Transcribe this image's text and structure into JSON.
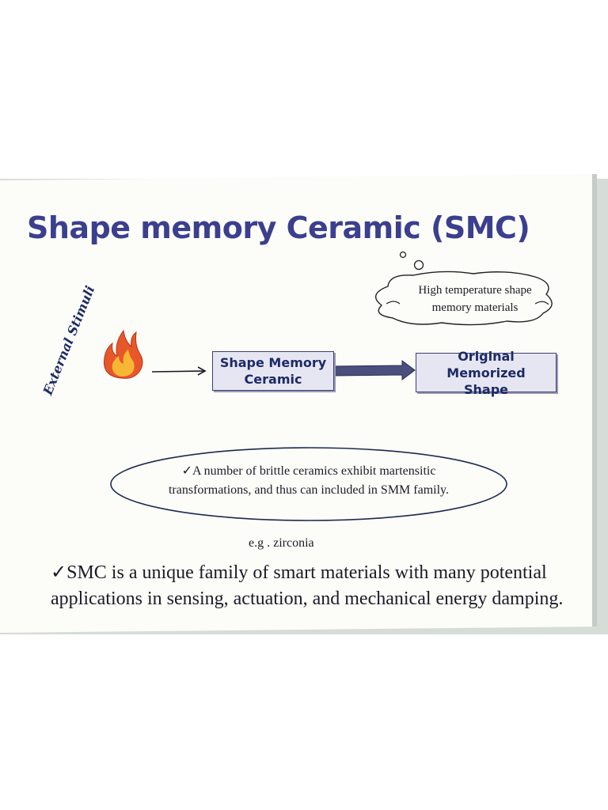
{
  "slide": {
    "title": "Shape memory Ceramic (SMC)",
    "side_label": "External Stimuli",
    "thought_bubble": {
      "line1": "High temperature shape",
      "line2": "memory materials"
    },
    "boxes": {
      "smc_line1": "Shape Memory",
      "smc_line2": "Ceramic",
      "original_line1": "Original Memorized",
      "original_line2": "Shape"
    },
    "oval": {
      "line1": "✓A number of brittle ceramics exhibit martensitic",
      "line2": "transformations, and thus can included in SMM family."
    },
    "example": "e.g .  zirconia",
    "summary": {
      "line1": "✓SMC is a unique family of smart materials with many potential",
      "line2": "applications in sensing, actuation, and mechanical energy damping."
    }
  },
  "icons": {
    "fire": "fire-icon",
    "arrow_thin": "arrow-right-icon",
    "arrow_thick": "block-arrow-right-icon",
    "thought_bubble": "thought-bubble-icon"
  },
  "colors": {
    "title": "#3b3f8e",
    "box_fill": "#e6e6f2",
    "box_text": "#1d2a66",
    "flame_outer": "#e8572a",
    "flame_inner": "#f7b733",
    "arrow_thick": "#4a4f7d"
  }
}
